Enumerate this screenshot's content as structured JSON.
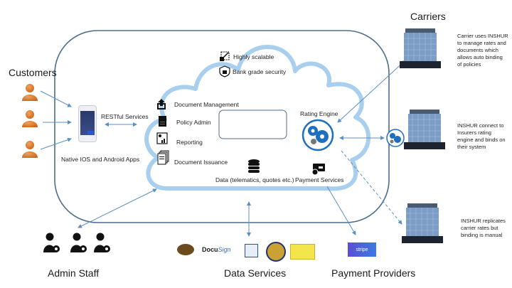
{
  "sections": {
    "customers": "Customers",
    "carriers": "Carriers",
    "admin_staff": "Admin Staff",
    "data_services": "Data Services",
    "payment_providers": "Payment Providers"
  },
  "app": {
    "native_apps": "Native IOS and Android Apps",
    "restful": "RESTful Services"
  },
  "cloud": {
    "features": [
      {
        "icon": "scale-icon",
        "label": "Highly scalable"
      },
      {
        "icon": "shield-lock-icon",
        "label": "Bank grade security"
      }
    ],
    "modules": [
      {
        "icon": "upload-icon",
        "label": "Document Management"
      },
      {
        "icon": "document-icon",
        "label": "Policy Admin"
      },
      {
        "icon": "report-icon",
        "label": "Reporting"
      },
      {
        "icon": "documents-stack-icon",
        "label": "Document Issuance"
      }
    ],
    "rating_engine": "Rating Engine",
    "data": "Data (telematics, quotes etc.)",
    "payment_services": "Payment Services"
  },
  "carriers_notes": [
    "Carrier uses INSHUR to manage rates and documents which allows auto binding of policies",
    "INSHUR connect to Insurers rating engine and binds on their system",
    "INSHUR replicates carrier rates but binding is manual"
  ],
  "data_services_logos": [
    "box-logo",
    "DocuSign",
    "check-logo",
    "state-seal",
    "license-card"
  ],
  "payment_logos": [
    "stripe"
  ],
  "colors": {
    "person": "#d9772b",
    "cloud": "#a9cfee",
    "outline": "#4b6e8e",
    "arrow": "#5b8fc0",
    "gear": "#1e6fbf",
    "stripe": "#5b4ed6"
  }
}
